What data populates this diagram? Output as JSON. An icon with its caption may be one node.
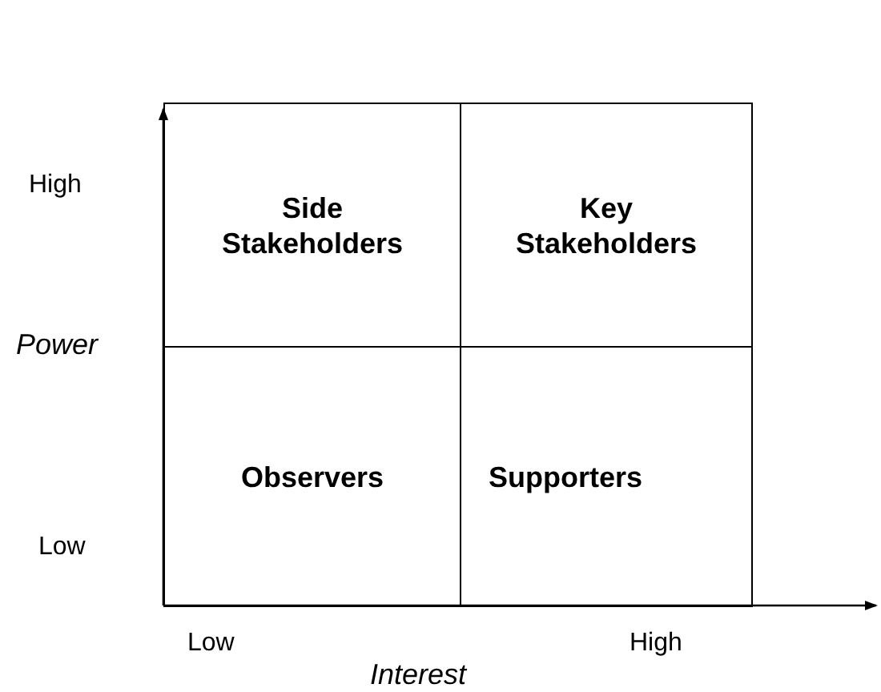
{
  "diagram": {
    "nodes": [
      {
        "text": [
          "Side Stakeholders"
        ]
      },
      {
        "text": [
          "Key Stakeholders"
        ]
      },
      {
        "text": [
          "Observers"
        ]
      },
      {
        "text": [
          "Supporters"
        ]
      }
    ],
    "labels": [
      "High",
      "Power",
      "Low",
      "Low",
      "Interest",
      "High"
    ]
  }
}
